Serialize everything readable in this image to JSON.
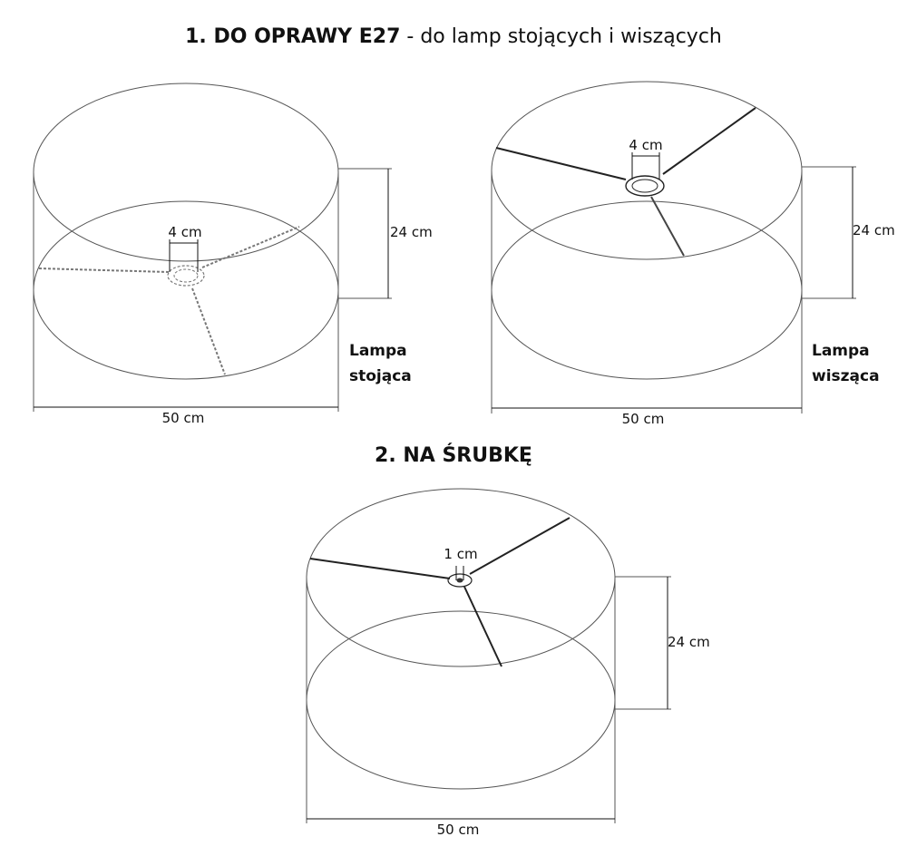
{
  "section1": {
    "title_bold": "1. DO OPRAWY E27",
    "title_rest": " - do lamp stojących i wiszących"
  },
  "section2": {
    "title": "2. NA ŚRUBKĘ"
  },
  "shade_standing": {
    "hole": "4 cm",
    "height": "24 cm",
    "width": "50 cm",
    "label_line1": "Lampa",
    "label_line2": "stojąca"
  },
  "shade_hanging": {
    "hole": "4 cm",
    "height": "24 cm",
    "width": "50 cm",
    "label_line1": "Lampa",
    "label_line2": "wisząca"
  },
  "shade_screw": {
    "hole": "1 cm",
    "height": "24 cm",
    "width": "50 cm"
  },
  "colors": {
    "outline": "#555555",
    "frame": "#222222",
    "dashed_frame": "#777777"
  }
}
